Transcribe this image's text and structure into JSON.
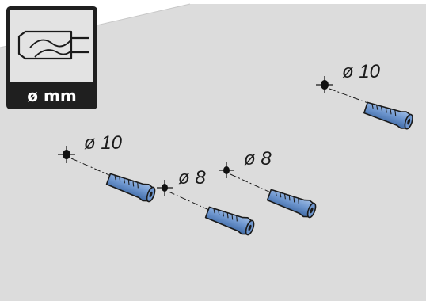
{
  "drill_panel": {
    "label": "ø mm",
    "icon": "drill-bit-icon"
  },
  "holes": [
    {
      "id": "hole-top-right",
      "label": "ø 10",
      "diameter": 10
    },
    {
      "id": "hole-left",
      "label": "ø 10",
      "diameter": 10
    },
    {
      "id": "hole-middle-left",
      "label": "ø 8",
      "diameter": 8
    },
    {
      "id": "hole-middle-right",
      "label": "ø 8",
      "diameter": 8
    }
  ],
  "colors": {
    "wall": "#dcdcdc",
    "anchor": "#6f97cf",
    "anchor_shadow": "#3f6aa6",
    "panel_dark": "#1f1f1f",
    "panel_light": "#e3e3e3"
  }
}
